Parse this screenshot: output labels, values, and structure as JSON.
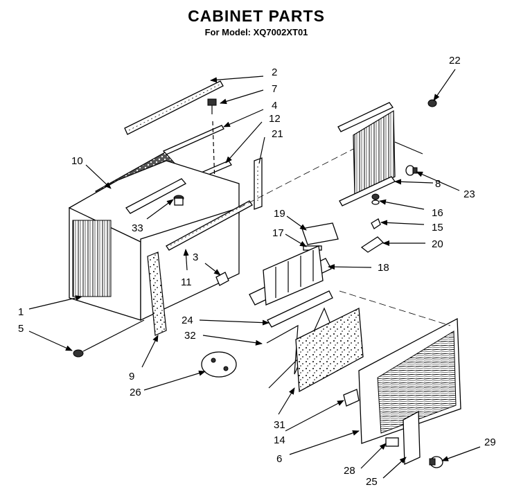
{
  "title": "CABINET PARTS",
  "subtitle": "For Model: XQ7002XT01",
  "callouts": [
    {
      "id": "c2",
      "label": "2"
    },
    {
      "id": "c7",
      "label": "7"
    },
    {
      "id": "c4",
      "label": "4"
    },
    {
      "id": "c12",
      "label": "12"
    },
    {
      "id": "c21",
      "label": "21"
    },
    {
      "id": "c10",
      "label": "10"
    },
    {
      "id": "c33",
      "label": "33"
    },
    {
      "id": "c3",
      "label": "3"
    },
    {
      "id": "c11",
      "label": "11"
    },
    {
      "id": "c1",
      "label": "1"
    },
    {
      "id": "c5",
      "label": "5"
    },
    {
      "id": "c9",
      "label": "9"
    },
    {
      "id": "c26",
      "label": "26"
    },
    {
      "id": "c19",
      "label": "19"
    },
    {
      "id": "c17",
      "label": "17"
    },
    {
      "id": "c18",
      "label": "18"
    },
    {
      "id": "c24",
      "label": "24"
    },
    {
      "id": "c32",
      "label": "32"
    },
    {
      "id": "c31",
      "label": "31"
    },
    {
      "id": "c14",
      "label": "14"
    },
    {
      "id": "c6",
      "label": "6"
    },
    {
      "id": "c28",
      "label": "28"
    },
    {
      "id": "c25",
      "label": "25"
    },
    {
      "id": "c29",
      "label": "29"
    },
    {
      "id": "c22",
      "label": "22"
    },
    {
      "id": "c23",
      "label": "23"
    },
    {
      "id": "c8",
      "label": "8"
    },
    {
      "id": "c16",
      "label": "16"
    },
    {
      "id": "c15",
      "label": "15"
    },
    {
      "id": "c20",
      "label": "20"
    }
  ]
}
